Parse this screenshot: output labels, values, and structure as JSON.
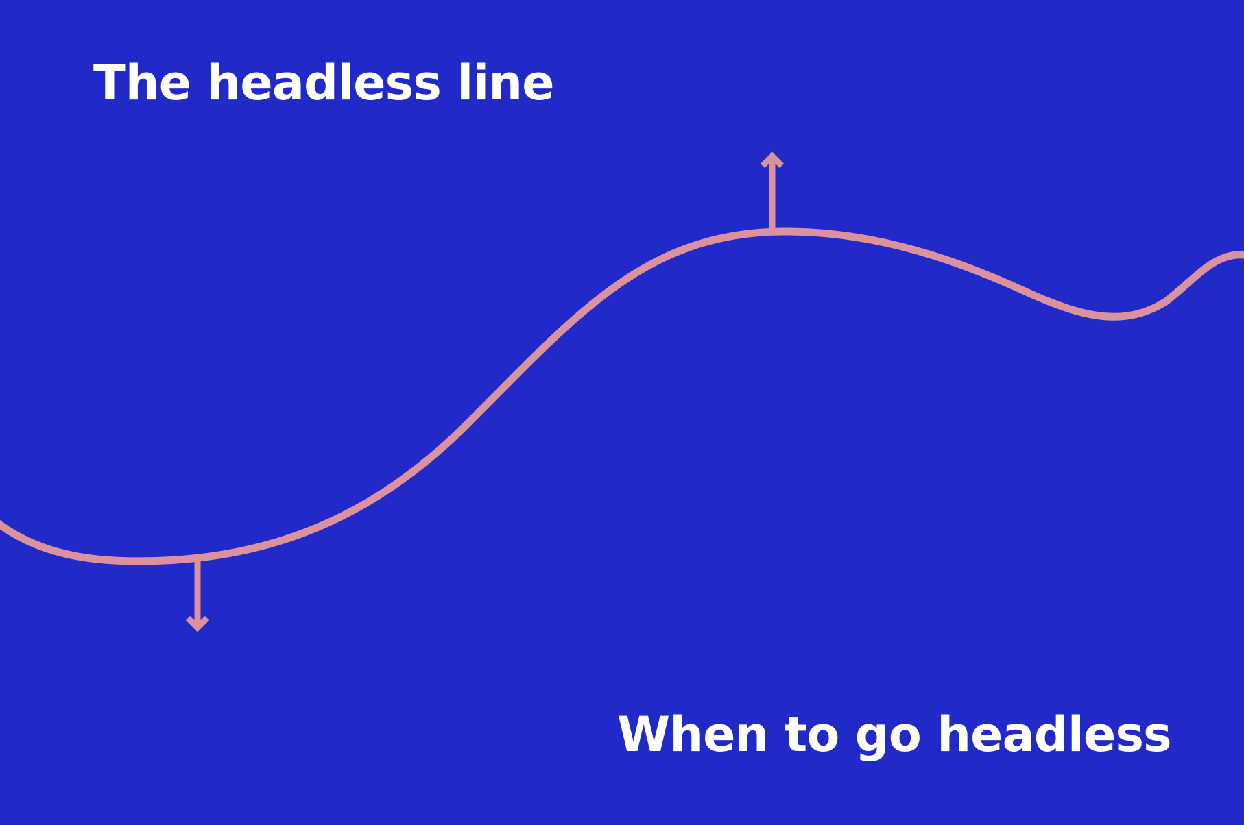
{
  "colors": {
    "background": "#2129c8",
    "curve": "#db929e",
    "text": "#ffffff"
  },
  "diagram": {
    "title": "The headless line",
    "subtitle": "When to go headless",
    "arrows": [
      {
        "name": "up-arrow",
        "direction": "up"
      },
      {
        "name": "down-arrow",
        "direction": "down"
      }
    ]
  }
}
